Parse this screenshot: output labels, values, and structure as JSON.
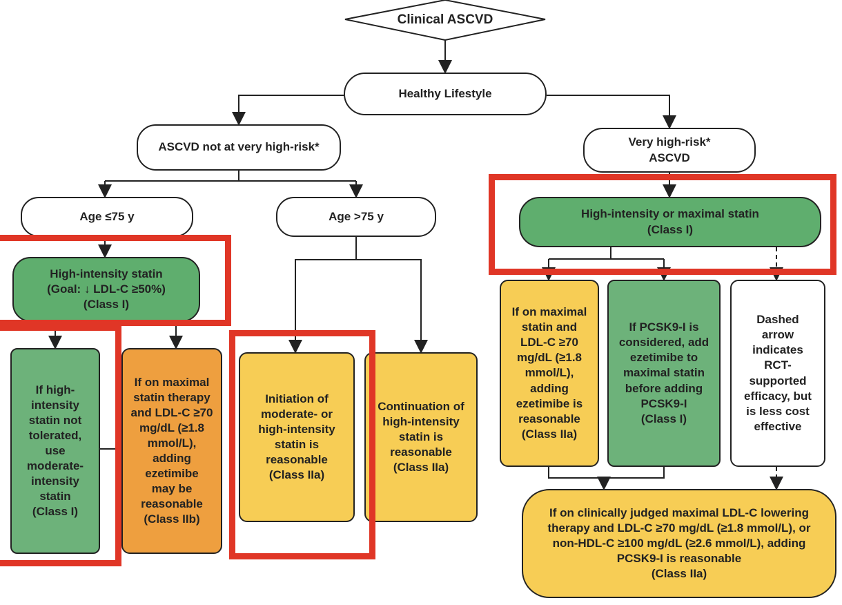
{
  "title": "Clinical ASCVD",
  "colors": {
    "highlight": "#e03626",
    "class_I": "#6db27a",
    "class_IIa": "#f7cd55",
    "class_IIb": "#ee9f3f",
    "neutral": "#ffffff",
    "line": "#222222"
  },
  "nodes": {
    "root": "Clinical ASCVD",
    "lifestyle": "Healthy Lifestyle",
    "not_very_high": "ASCVD not at very high-risk*",
    "very_high": "Very high-risk*\nASCVD",
    "age_le75": "Age ≤75 y",
    "age_gt75": "Age >75 y",
    "high_intensity_statin": "High-intensity statin\n(Goal: ↓ LDL-C ≥50%)\n(Class I)",
    "high_or_max_statin": "High-intensity or maximal statin\n(Class I)",
    "not_tolerated": "If high-\nintensity\nstatin not\ntolerated,\nuse\nmoderate-\nintensity\nstatin\n(Class I)",
    "max_statin_ezetimibe_IIb": "If on maximal\nstatin therapy\nand LDL-C ≥70\nmg/dL (≥1.8\nmmol/L),\nadding\nezetimibe\nmay be\nreasonable\n(Class IIb)",
    "initiation": "Initiation of\nmoderate- or\nhigh-intensity\nstatin is\nreasonable\n(Class IIa)",
    "continuation": "Continuation of\nhigh-intensity\nstatin is\nreasonable\n(Class IIa)",
    "max_statin_ezetimibe_IIa": "If on maximal\nstatin and\nLDL-C ≥70\nmg/dL (≥1.8\nmmol/L),\nadding\nezetimibe is\nreasonable\n(Class IIa)",
    "pcsk9_considered": "If PCSK9-I is\nconsidered, add\nezetimibe to\nmaximal statin\nbefore adding\nPCSK9-I\n(Class I)",
    "dashed_note": "Dashed\narrow\nindicates\nRCT-\nsupported\nefficacy, but\nis less cost\neffective",
    "pcsk9_reasonable": "If on clinically judged maximal LDL-C lowering\ntherapy and LDL-C ≥70 mg/dL (≥1.8 mmol/L), or\nnon-HDL-C ≥100 mg/dL (≥2.6 mmol/L), adding\nPCSK9-I is reasonable\n(Class IIa)"
  }
}
